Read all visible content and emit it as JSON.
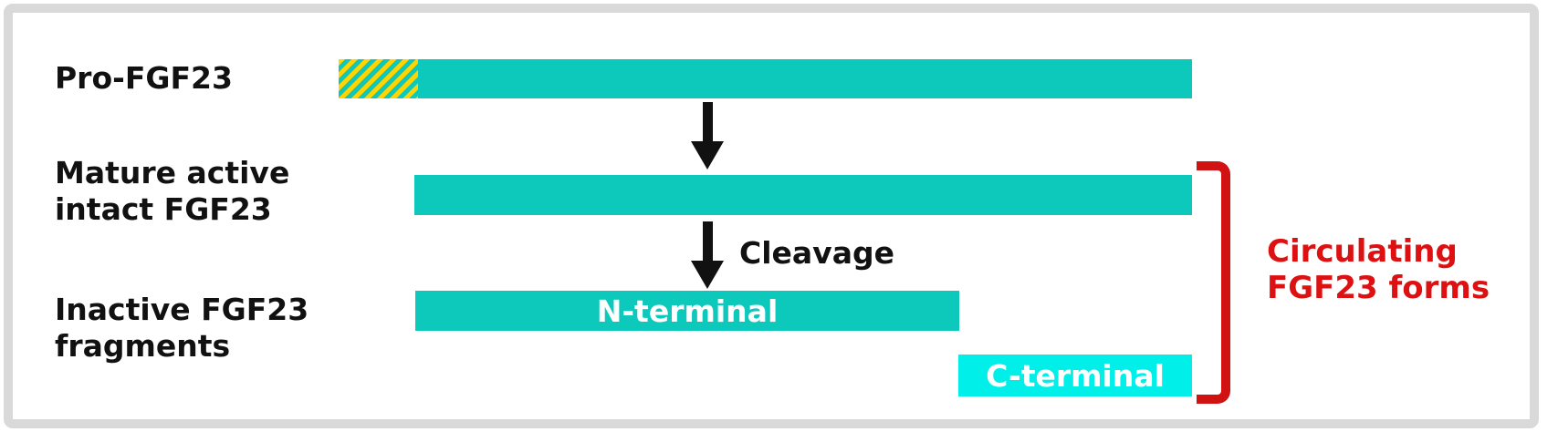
{
  "labels": {
    "pro": "Pro-FGF23",
    "mature": "Mature active\nintact FGF23",
    "inactive": "Inactive FGF23\nfragments",
    "cleavage": "Cleavage",
    "circulating": "Circulating\nFGF23 forms"
  },
  "bars": {
    "n_terminal_label": "N-terminal",
    "c_terminal_label": "C-terminal"
  },
  "colors": {
    "teal": "#0cc9bc",
    "cyan": "#00efe8",
    "hatch-yellow": "#ffd400",
    "bracket-red": "#d01212",
    "label-red": "#dd1111",
    "label-black": "#111111",
    "frame-gray": "#d9d9d9"
  }
}
